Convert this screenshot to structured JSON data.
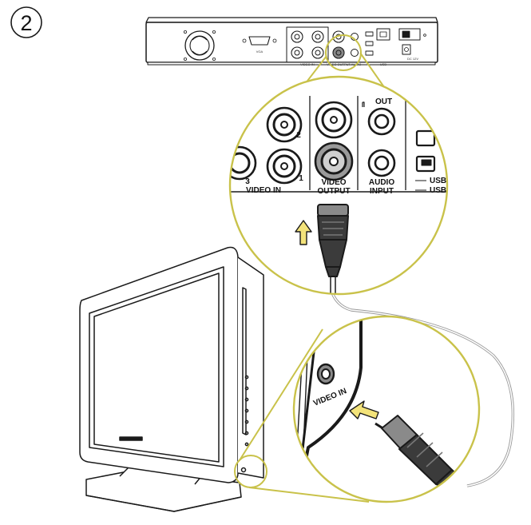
{
  "step": {
    "number": "2"
  },
  "dvr": {
    "rear_vga_label": "VGA",
    "rear_usb_label": "USB",
    "rear_dc_label": "DC 12V",
    "rear_video_in_label": "VIDEO IN",
    "rear_video_out_label": "VIDEO OUTPUT",
    "rear_audio_label": "AUDIO"
  },
  "zoom_top": {
    "video_in": "VIDEO IN",
    "video_output": [
      "VIDEO",
      "OUTPUT"
    ],
    "audio_input": [
      "AUDIO",
      "INPUT"
    ],
    "output_cut": "OUT",
    "usb_1": "USB",
    "usb_2": "USB",
    "channel_2": "2",
    "channel_3": "3",
    "channel_1": "1"
  },
  "zoom_bottom": {
    "tv_video_in": "VIDEO IN"
  },
  "colors": {
    "ink": "#1a1a1a",
    "callout": "#c9c24a",
    "arrow": "#f3e37a",
    "plug_dark": "#3b3b3b",
    "plug_mid": "#8a8a8a",
    "cable": "#bdbdbd"
  }
}
